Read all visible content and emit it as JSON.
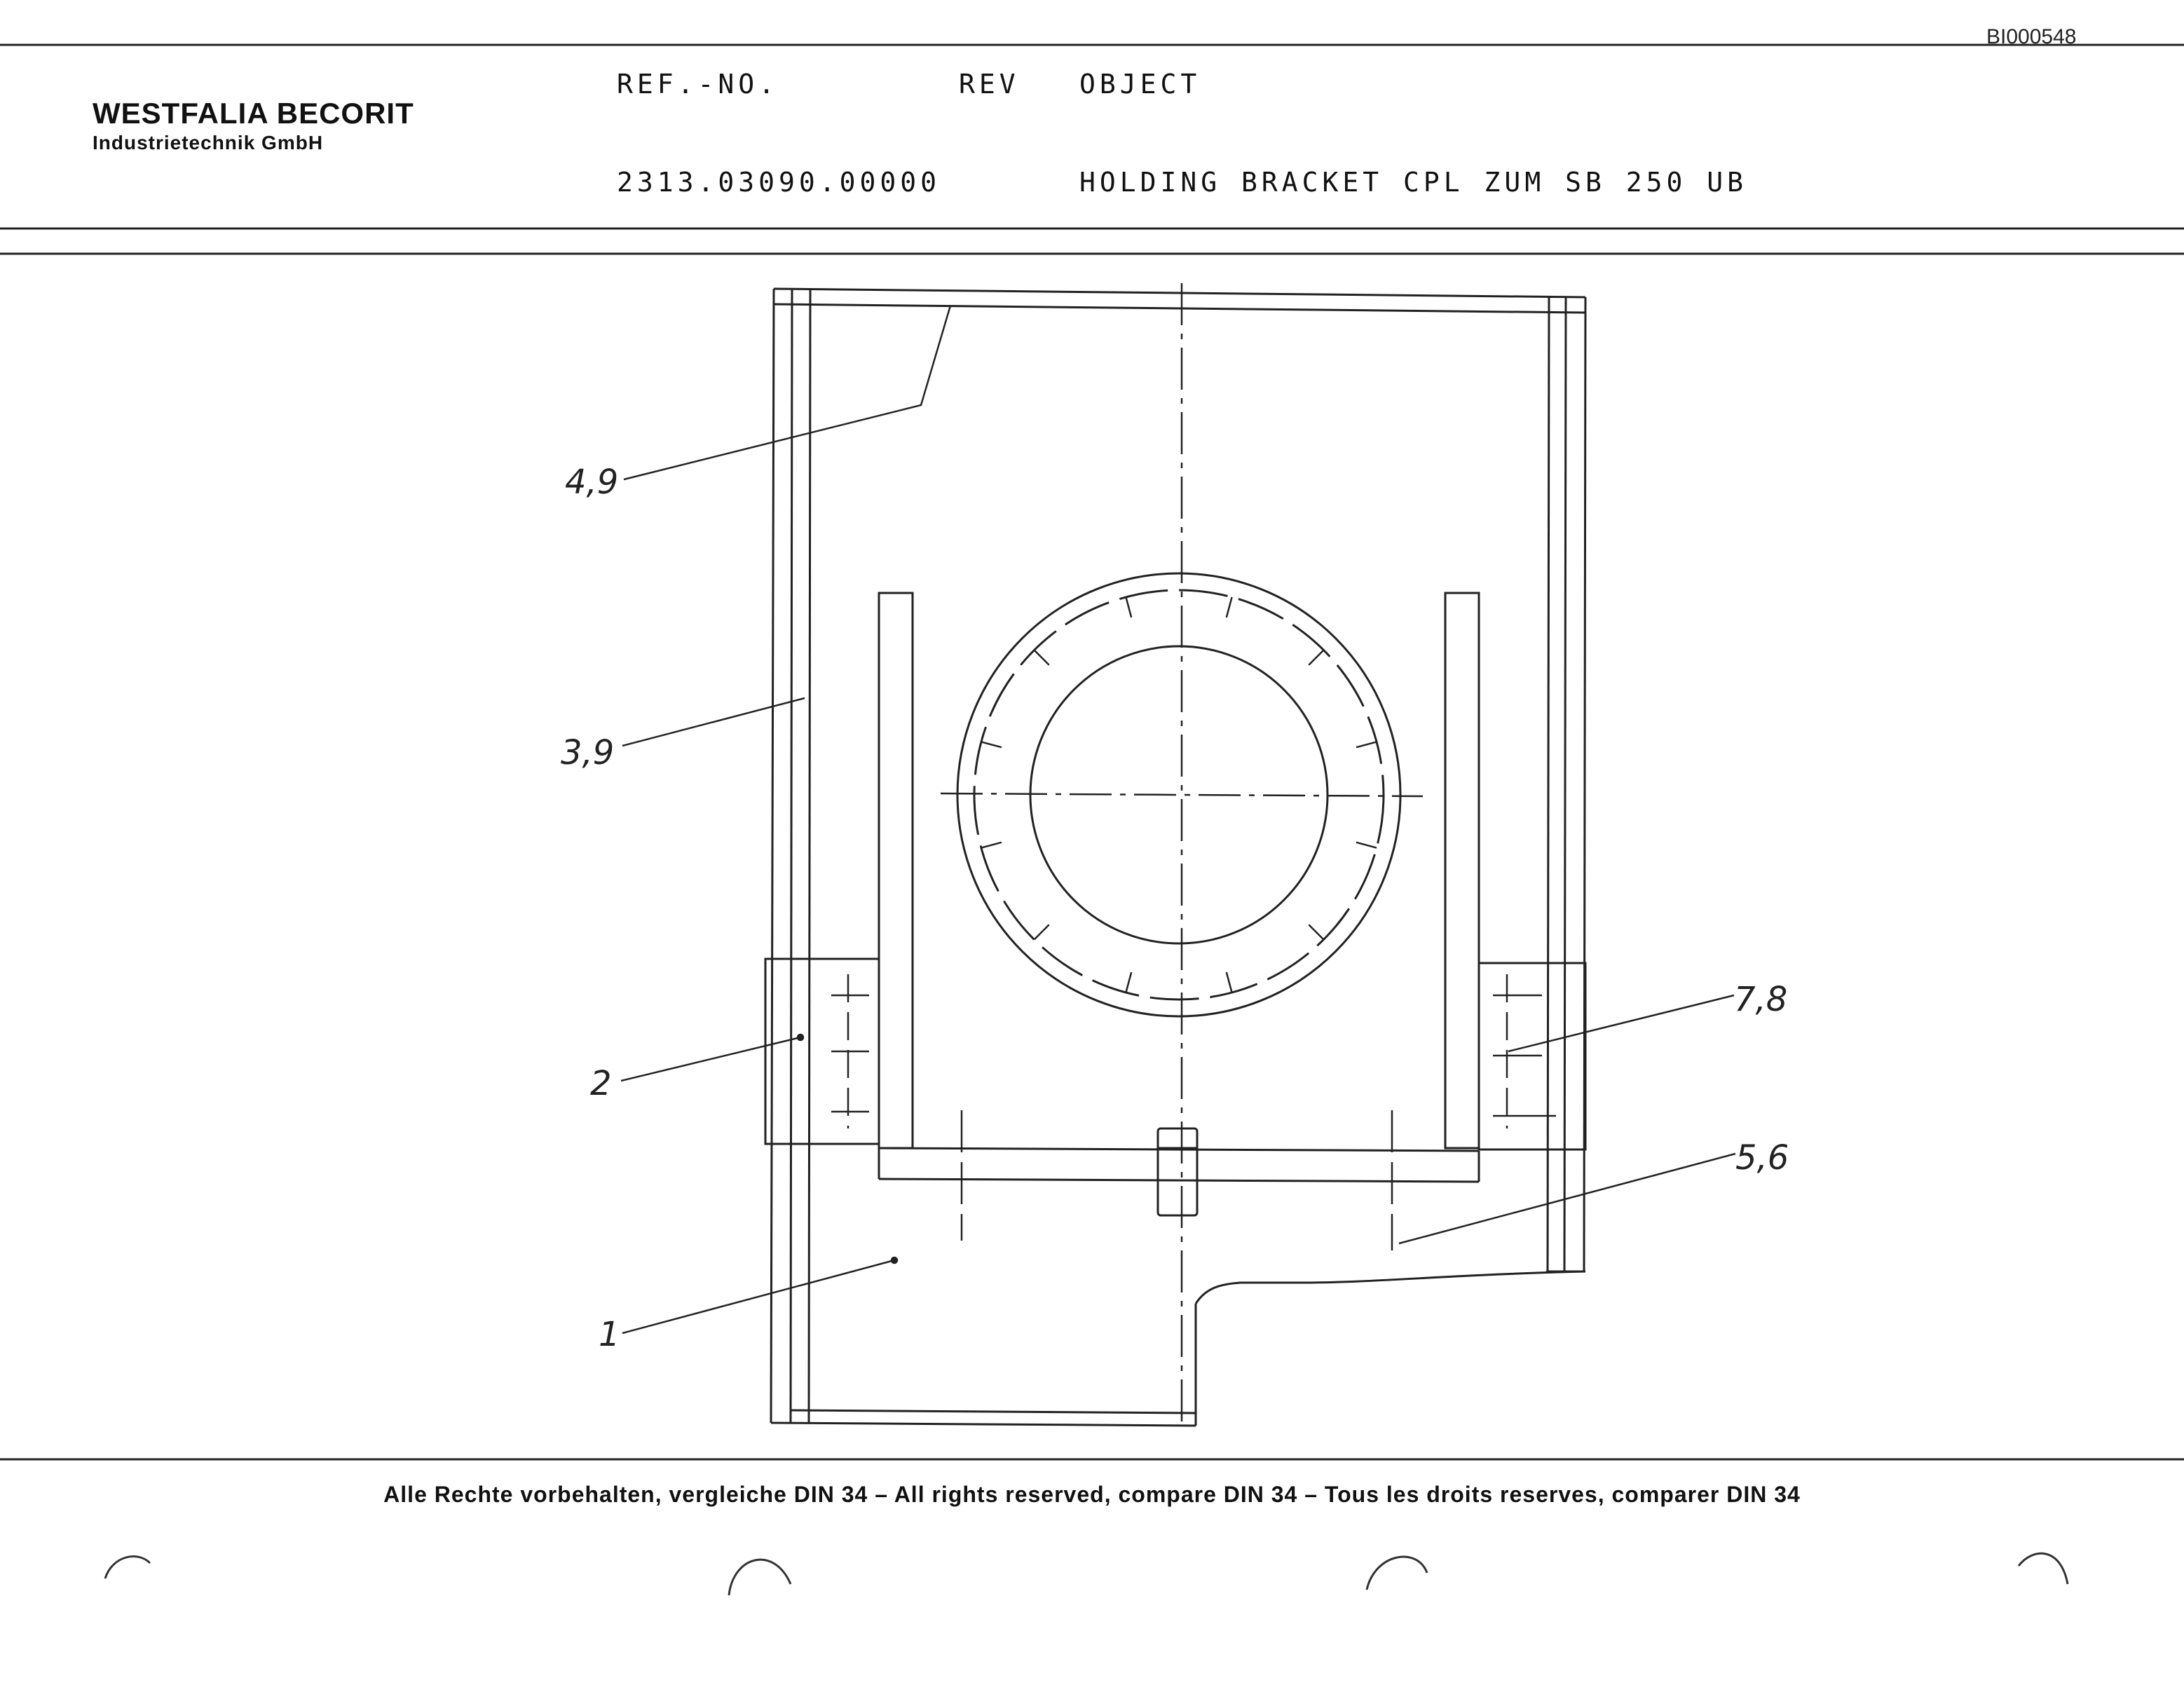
{
  "header": {
    "doc_id": "BI000548",
    "company_name": "WESTFALIA BECORIT",
    "company_sub": "Industrietechnik GmbH",
    "ref_label": "REF.-NO.",
    "rev_label": "REV",
    "object_label": "OBJECT",
    "ref_value": "2313.03090.00000",
    "object_value": "HOLDING BRACKET CPL ZUM SB 250 UB"
  },
  "drawing": {
    "callouts": {
      "c49": "4,9",
      "c39": "3,9",
      "c2": "2",
      "c1": "1",
      "c78": "7,8",
      "c56": "5,6"
    }
  },
  "footer": {
    "rights": "Alle Rechte vorbehalten, vergleiche DIN 34 – All rights reserved, compare DIN 34 – Tous les droits reserves, comparer DIN 34"
  }
}
